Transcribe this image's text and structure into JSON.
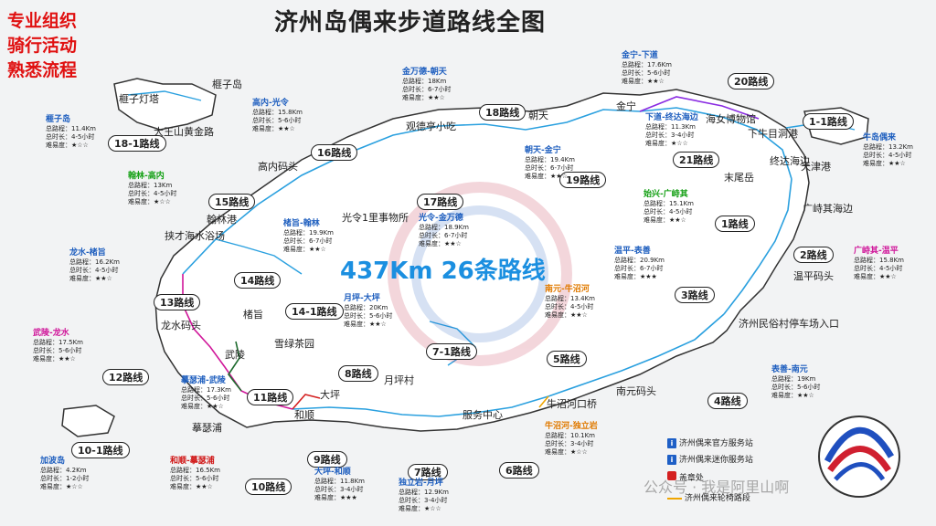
{
  "title": "济州岛偶来步道路线全图",
  "promo": [
    "专业组织",
    "骑行活动",
    "熟悉流程"
  ],
  "headline": "437Km  26条路线",
  "watermark": "公众号 · 我是阿里山啊",
  "legend": {
    "official_center": "济州偶来官方服务站",
    "mini_center": "济州偶来迷你服务站",
    "stamp": "盖章处",
    "wheelchair": "济州偶来轮椅路段"
  },
  "colors": {
    "route_blue": "#2aa0df",
    "route_purple": "#8a2be2",
    "route_pink": "#d0179a",
    "route_darkgreen": "#1e6b2e",
    "route_red": "#d42020",
    "route_yellow": "#f0a500",
    "headline": "#1b8fe0",
    "promo": "#e01010"
  },
  "place_names": [
    "榧子灯塔",
    "榧子岛",
    "大王山黄金路",
    "高内码头",
    "观德亭小吃",
    "朝天",
    "金宁",
    "海女博物馆",
    "下牛目洞港",
    "终达海边",
    "天津港",
    "末尾岳",
    "广峙其海边",
    "温平码头",
    "济州民俗村停车场入口",
    "南元码头",
    "牛沼河口桥",
    "服务中心",
    "月坪村",
    "大坪",
    "和顺",
    "摹瑟浦",
    "武陵",
    "雪绿茶园",
    "楮旨",
    "龙水码头",
    "挟才海水浴场",
    "翰林港",
    "光令1里事物所"
  ],
  "routes": [
    {
      "name": "1路线"
    },
    {
      "name": "1-1路线"
    },
    {
      "name": "2路线"
    },
    {
      "name": "3路线"
    },
    {
      "name": "4路线"
    },
    {
      "name": "5路线"
    },
    {
      "name": "6路线"
    },
    {
      "name": "7路线"
    },
    {
      "name": "7-1路线"
    },
    {
      "name": "8路线"
    },
    {
      "name": "9路线"
    },
    {
      "name": "10路线"
    },
    {
      "name": "10-1路线"
    },
    {
      "name": "11路线"
    },
    {
      "name": "12路线"
    },
    {
      "name": "13路线"
    },
    {
      "name": "14路线"
    },
    {
      "name": "14-1路线"
    },
    {
      "name": "15路线"
    },
    {
      "name": "16路线"
    },
    {
      "name": "17路线"
    },
    {
      "name": "18路线"
    },
    {
      "name": "18-1路线"
    },
    {
      "name": "19路线"
    },
    {
      "name": "20路线"
    },
    {
      "name": "21路线"
    }
  ],
  "info_boxes": [
    {
      "name": "榧子岛",
      "dist": "总路程：11.4Km",
      "time": "总时长：4-5小时",
      "diff": "难易度：★☆☆"
    },
    {
      "name": "翰林-高内",
      "dist": "总路程：13Km",
      "time": "总时长：4-5小时",
      "diff": "难易度：★☆☆"
    },
    {
      "name": "高内-光令",
      "dist": "总路程：15.8Km",
      "time": "总时长：5-6小时",
      "diff": "难易度：★★☆"
    },
    {
      "name": "金万德-朝天",
      "dist": "总路程：18Km",
      "time": "总时长：6-7小时",
      "diff": "难易度：★★☆"
    },
    {
      "name": "金宁-下道",
      "dist": "总路程：17.6Km",
      "time": "总时长：5-6小时",
      "diff": "难易度：★★☆"
    },
    {
      "name": "下道-终达海边",
      "dist": "总路程：11.3Km",
      "time": "总时长：3-4小时",
      "diff": "难易度：★☆☆"
    },
    {
      "name": "牛岛偶来",
      "dist": "总路程：13.2Km",
      "time": "总时长：4-5小时",
      "diff": "难易度：★★☆"
    },
    {
      "name": "朝天-金宁",
      "dist": "总路程：19.4Km",
      "time": "总时长：6-7小时",
      "diff": "难易度：★★☆"
    },
    {
      "name": "始兴-广峙其",
      "dist": "总路程：15.1Km",
      "time": "总时长：4-5小时",
      "diff": "难易度：★★☆"
    },
    {
      "name": "楮旨-翰林",
      "dist": "总路程：19.9Km",
      "time": "总时长：6-7小时",
      "diff": "难易度：★★☆"
    },
    {
      "name": "光令-金万德",
      "dist": "总路程：18.9Km",
      "time": "总时长：6-7小时",
      "diff": "难易度：★★☆"
    },
    {
      "name": "龙水-楮旨",
      "dist": "总路程：16.2Km",
      "time": "总时长：4-5小时",
      "diff": "难易度：★★☆"
    },
    {
      "name": "广峙其-温平",
      "dist": "总路程：15.8Km",
      "time": "总时长：4-5小时",
      "diff": "难易度：★★☆"
    },
    {
      "name": "温平-表善",
      "dist": "总路程：20.9Km",
      "time": "总时长：6-7小时",
      "diff": "难易度：★★★"
    },
    {
      "name": "月坪-大坪",
      "dist": "总路程：20Km",
      "time": "总时长：5-6小时",
      "diff": "难易度：★★☆"
    },
    {
      "name": "南元-牛沼河",
      "dist": "总路程：13.4Km",
      "time": "总时长：4-5小时",
      "diff": "难易度：★★☆"
    },
    {
      "name": "武陵-龙水",
      "dist": "总路程：17.5Km",
      "time": "总时长：5-6小时",
      "diff": "难易度：★★☆"
    },
    {
      "name": "摹瑟浦-武陵",
      "dist": "总路程：17.3Km",
      "time": "总时长：5-6小时",
      "diff": "难易度：★★☆"
    },
    {
      "name": "表善-南元",
      "dist": "总路程：19Km",
      "time": "总时长：5-6小时",
      "diff": "难易度：★★☆"
    },
    {
      "name": "牛沼河-独立岩",
      "dist": "总路程：10.1Km",
      "time": "总时长：3-4小时",
      "diff": "难易度：★☆☆"
    },
    {
      "name": "加波岛",
      "dist": "总路程：4.2Km",
      "time": "总时长：1-2小时",
      "diff": "难易度：★☆☆"
    },
    {
      "name": "和顺-摹瑟浦",
      "dist": "总路程：16.5Km",
      "time": "总时长：5-6小时",
      "diff": "难易度：★★☆"
    },
    {
      "name": "大坪-和顺",
      "dist": "总路程：11.8Km",
      "time": "总时长：3-4小时",
      "diff": "难易度：★★★"
    },
    {
      "name": "独立岩-月坪",
      "dist": "总路程：12.9Km",
      "time": "总时长：3-4小时",
      "diff": "难易度：★☆☆"
    }
  ]
}
